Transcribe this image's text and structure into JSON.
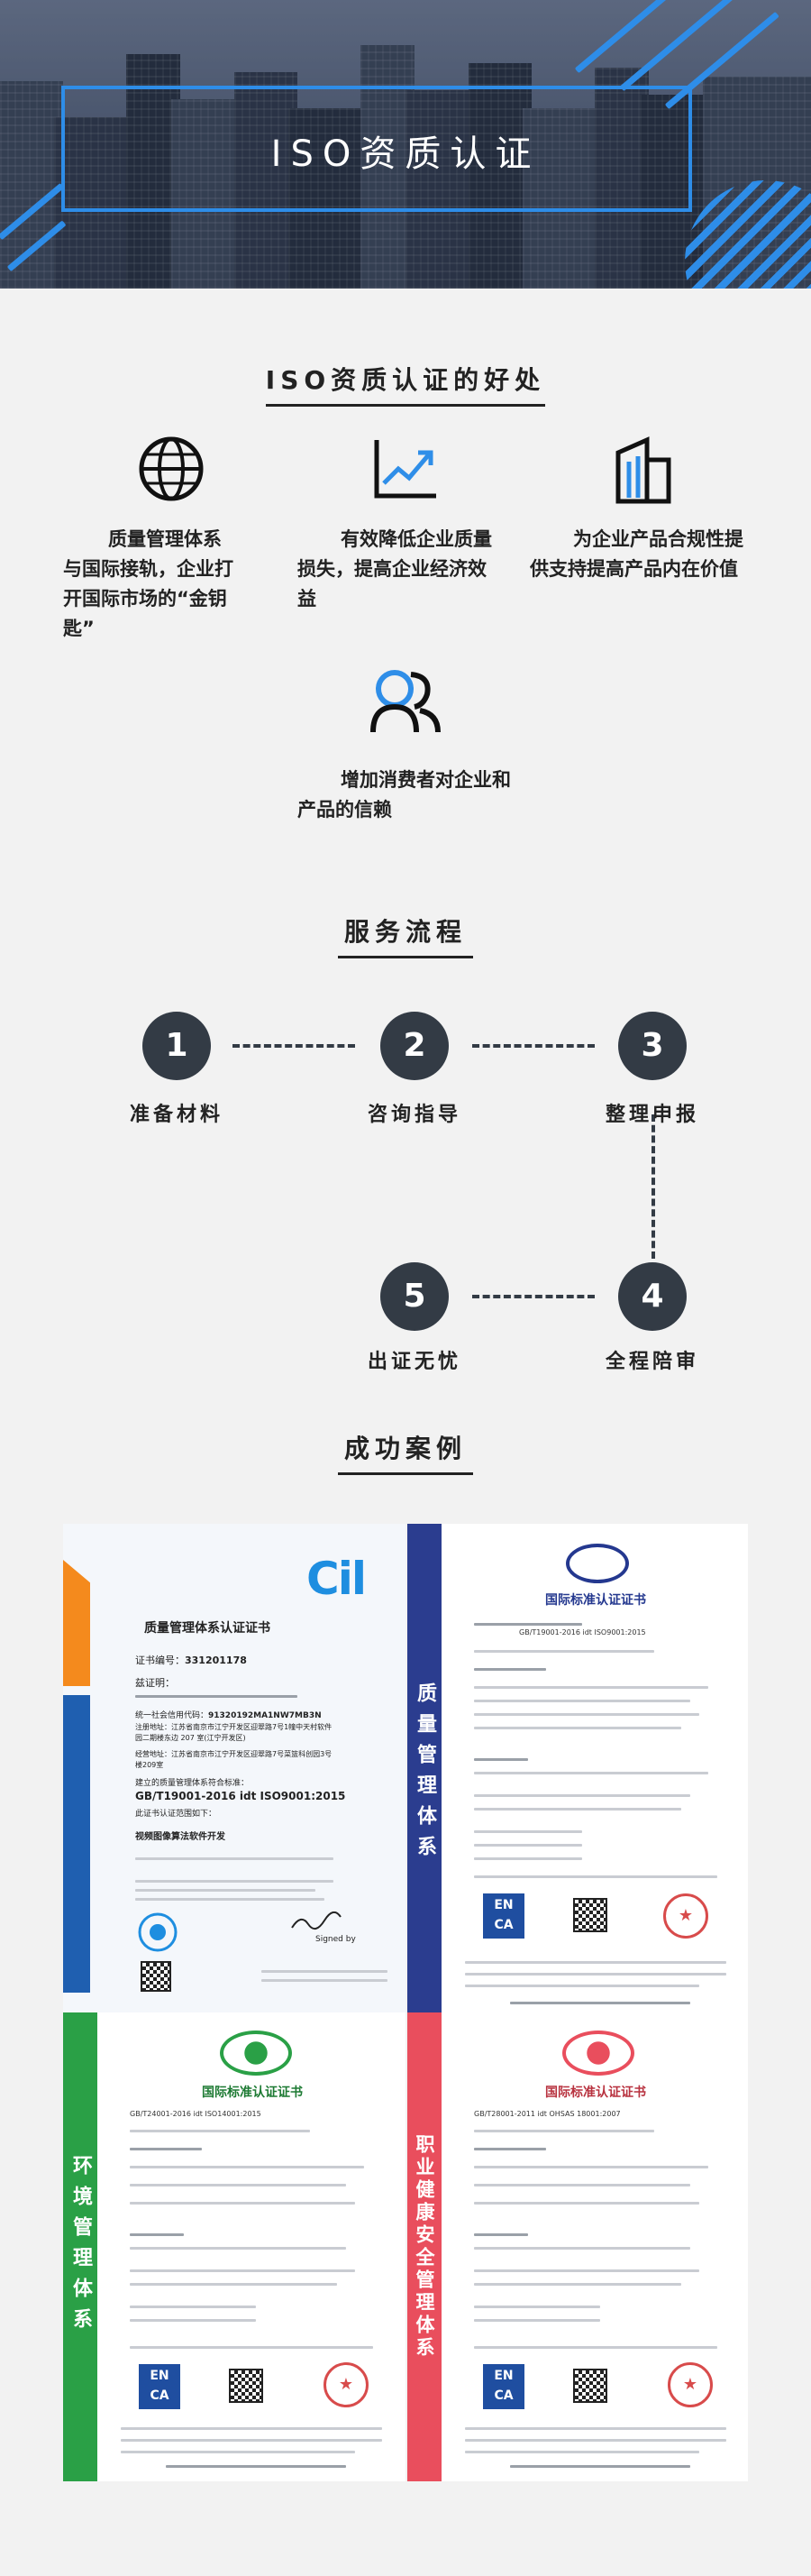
{
  "banner": {
    "title": "ISO资质认证"
  },
  "benefits": {
    "title": "ISO资质认证的好处",
    "items": [
      {
        "icon": "globe-icon",
        "text": "质量管理体系与国际接轨，企业打开国际市场的“金钥匙”"
      },
      {
        "icon": "trend-chart-icon",
        "text": "有效降低企业质量损失，提高企业经济效益"
      },
      {
        "icon": "building-icon",
        "text": "为企业产品合规性提供支持提高产品内在价值"
      },
      {
        "icon": "users-icon",
        "text": "增加消费者对企业和产品的信赖"
      }
    ]
  },
  "process": {
    "title": "服务流程",
    "steps": [
      {
        "num": "1",
        "label": "准备材料"
      },
      {
        "num": "2",
        "label": "咨询指导"
      },
      {
        "num": "3",
        "label": "整理申报"
      },
      {
        "num": "4",
        "label": "全程陪审"
      },
      {
        "num": "5",
        "label": "出证无忧"
      }
    ]
  },
  "cases": {
    "title": "成功案例",
    "cil": {
      "logo": "Cil",
      "heading": "质量管理体系认证证书",
      "cert_no_label": "证书编号：",
      "cert_no": "331201178",
      "holder_label": "兹证明：",
      "credit_code_label": "统一社会信用代码：",
      "credit_code": "91320192MA1NW7MB3N",
      "reg_addr_label": "注册地址：",
      "reg_addr": "江苏省南京市江宁开发区迎翠路7号1幢中天村软件园二期楼东边 207 室(江宁开发区)",
      "op_addr_label": "经营地址：",
      "op_addr": "江苏省南京市江宁开发区迎翠路7号菜篮科创园3号楼209室",
      "statement": "建立的质量管理体系符合标准：",
      "standard": "GB/T19001-2016 idt ISO9001:2015",
      "scope_label": "此证书认证范围如下：",
      "scope": "视频图像算法软件开发",
      "signed_by": "Signed by"
    },
    "certs": [
      {
        "band": "质量管理体系",
        "band_color": "#2b3d8f",
        "heading": "国际标准认证证书",
        "emblem_color": "#24388f",
        "standard": "GB/T19001-2016 idt ISO9001:2015",
        "enca": "EN CA"
      },
      {
        "band": "环境管理体系",
        "band_color": "#2aa046",
        "heading": "国际标准认证证书",
        "emblem_color": "#2aa046",
        "standard": "GB/T24001-2016 idt ISO14001:2015",
        "enca": "EN CA"
      },
      {
        "band": "职业健康安全管理体系",
        "band_color": "#e94e5d",
        "heading": "国际标准认证证书",
        "emblem_color": "#e94e5d",
        "standard": "GB/T28001-2011 idt OHSAS 18001:2007",
        "enca": "EN CA"
      }
    ]
  }
}
